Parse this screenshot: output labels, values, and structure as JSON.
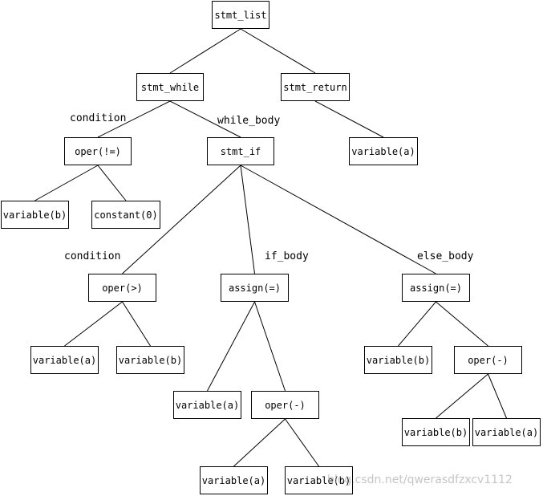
{
  "nodes": [
    {
      "id": "root",
      "label": "stmt_list"
    },
    {
      "id": "while",
      "label": "stmt_while"
    },
    {
      "id": "ret",
      "label": "stmt_return"
    },
    {
      "id": "cond1",
      "label": "oper(!=)"
    },
    {
      "id": "if",
      "label": "stmt_if"
    },
    {
      "id": "ret_a",
      "label": "variable(a)"
    },
    {
      "id": "c1_b",
      "label": "variable(b)"
    },
    {
      "id": "c1_0",
      "label": "constant(0)"
    },
    {
      "id": "cond2",
      "label": "oper(>)"
    },
    {
      "id": "asg1",
      "label": "assign(=)"
    },
    {
      "id": "asg2",
      "label": "assign(=)"
    },
    {
      "id": "c2_a",
      "label": "variable(a)"
    },
    {
      "id": "c2_b",
      "label": "variable(b)"
    },
    {
      "id": "a1_a",
      "label": "variable(a)"
    },
    {
      "id": "a1_op",
      "label": "oper(-)"
    },
    {
      "id": "a2_b",
      "label": "variable(b)"
    },
    {
      "id": "a2_op",
      "label": "oper(-)"
    },
    {
      "id": "s1_a",
      "label": "variable(a)"
    },
    {
      "id": "s1_b",
      "label": "variable(b)"
    },
    {
      "id": "s2_b",
      "label": "variable(b)"
    },
    {
      "id": "s2_a",
      "label": "variable(a)"
    }
  ],
  "edges": [
    [
      "root",
      "while"
    ],
    [
      "root",
      "ret"
    ],
    [
      "while",
      "cond1"
    ],
    [
      "while",
      "if"
    ],
    [
      "ret",
      "ret_a"
    ],
    [
      "cond1",
      "c1_b"
    ],
    [
      "cond1",
      "c1_0"
    ],
    [
      "if",
      "cond2"
    ],
    [
      "if",
      "asg1"
    ],
    [
      "if",
      "asg2"
    ],
    [
      "cond2",
      "c2_a"
    ],
    [
      "cond2",
      "c2_b"
    ],
    [
      "asg1",
      "a1_a"
    ],
    [
      "asg1",
      "a1_op"
    ],
    [
      "a1_op",
      "s1_a"
    ],
    [
      "a1_op",
      "s1_b"
    ],
    [
      "asg2",
      "a2_b"
    ],
    [
      "asg2",
      "a2_op"
    ],
    [
      "a2_op",
      "s2_b"
    ],
    [
      "a2_op",
      "s2_a"
    ]
  ],
  "edge_labels": {
    "condition_1": "condition",
    "while_body": "while_body",
    "condition_2": "condition",
    "if_body": "if_body",
    "else_body": "else_body"
  },
  "watermark": "blog.csdn.net/qwerasdfzxcv1112"
}
